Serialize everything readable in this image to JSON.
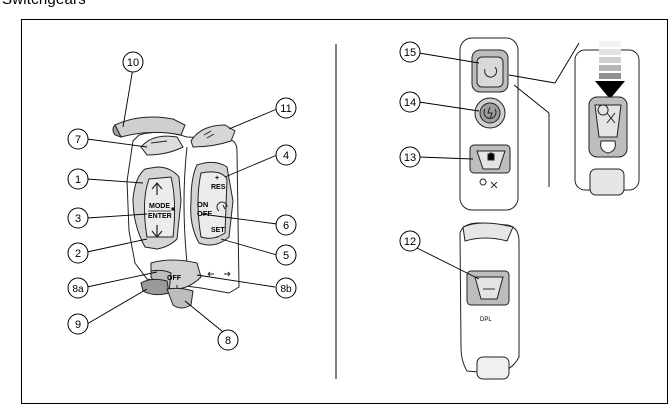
{
  "header": {
    "title": "Switchgears"
  },
  "callouts": {
    "c1": "1",
    "c2": "2",
    "c3": "3",
    "c4": "4",
    "c5": "5",
    "c6": "6",
    "c7": "7",
    "c8": "8",
    "c8a": "8a",
    "c8b": "8b",
    "c9": "9",
    "c10": "10",
    "c11": "11",
    "c12": "12",
    "c13": "13",
    "c14": "14",
    "c15": "15"
  },
  "labels": {
    "mode": "MODE",
    "enter": "ENTER",
    "on": "ON",
    "off": "OFF",
    "res": "RES",
    "plus": "+",
    "set": "SET",
    "minus": "-",
    "off_switch": "OFF",
    "dpl": "DPL"
  },
  "icons": {
    "up": "up-arrow-icon",
    "down": "down-arrow-icon",
    "cruise": "cruise-control-icon",
    "lock": "padlock-icon",
    "starter": "starter-icon",
    "ignition": "ignition-icon",
    "horn": "horn-icon",
    "hazard": "hazard-icon",
    "indicator": "turn-indicator-icon",
    "beam": "high-beam-icon",
    "push": "push-down-arrow-icon"
  }
}
